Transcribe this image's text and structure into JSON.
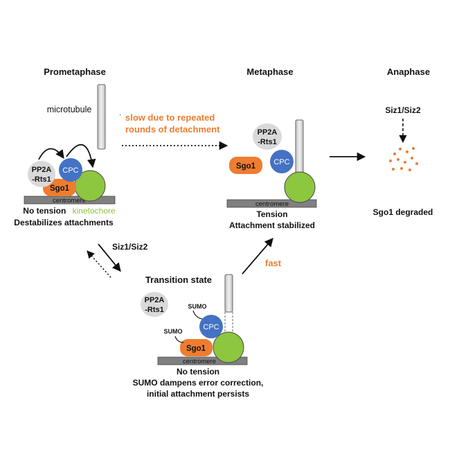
{
  "stages": {
    "prometaphase": "Prometaphase",
    "metaphase": "Metaphase",
    "anaphase": "Anaphase",
    "transition": "Transition state"
  },
  "labels": {
    "microtubule": "microtubule",
    "kinetochore": "kinetochore",
    "centromere": "centromere",
    "pp2a_line1": "PP2A",
    "pp2a_line2": "-Rts1",
    "cpc": "CPC",
    "sgo1": "Sgo1",
    "sumo": "SUMO"
  },
  "arrows": {
    "slow_line1": "slow due to repeated",
    "slow_line2": "rounds of detachment",
    "siz": "Siz1/Siz2",
    "fast": "fast"
  },
  "captions": {
    "prometaphase_line1": "No tension",
    "prometaphase_line2": "Destabilizes attachments",
    "metaphase_line1": "Tension",
    "metaphase_line2": "Attachment stabilized",
    "anaphase": "Sgo1 degraded",
    "transition_line1": "No tension",
    "transition_line2": "SUMO dampens error correction,",
    "transition_line3": "initial attachment persists"
  },
  "colors": {
    "orange": "#EE7D31",
    "blue": "#4472C4",
    "green": "#8DC63F",
    "gray_protein": "#D9D9D9",
    "centromere": "#808080"
  }
}
